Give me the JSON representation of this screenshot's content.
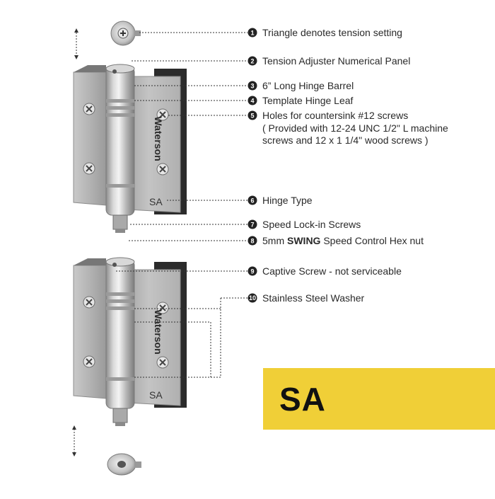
{
  "callouts": [
    {
      "num": "1",
      "text": "Triangle denotes tension setting"
    },
    {
      "num": "2",
      "text": "Tension Adjuster Numerical Panel"
    },
    {
      "num": "3",
      "text": "6” Long Hinge Barrel"
    },
    {
      "num": "4",
      "text": "Template Hinge Leaf"
    },
    {
      "num": "5",
      "text": "Holes for countersink #12 screws",
      "extra": [
        "( Provided with 12-24 UNC 1/2\" L machine",
        "screws and 12 x 1 1/4\" wood screws )"
      ]
    },
    {
      "num": "6",
      "text": "Hinge Type"
    },
    {
      "num": "7",
      "text": "Speed Lock-in Screws"
    },
    {
      "num": "8",
      "text_pre": "5mm ",
      "text_bold": "SWING",
      "text_post": " Speed Control Hex nut"
    },
    {
      "num": "9",
      "text": "Captive Screw - not serviceable"
    },
    {
      "num": "10",
      "text": "Stainless Steel Washer"
    }
  ],
  "hinge": {
    "brand": "Waterson",
    "leaf_mark": "SA"
  },
  "badge": {
    "label": "SA",
    "color": "#f0cf37"
  }
}
